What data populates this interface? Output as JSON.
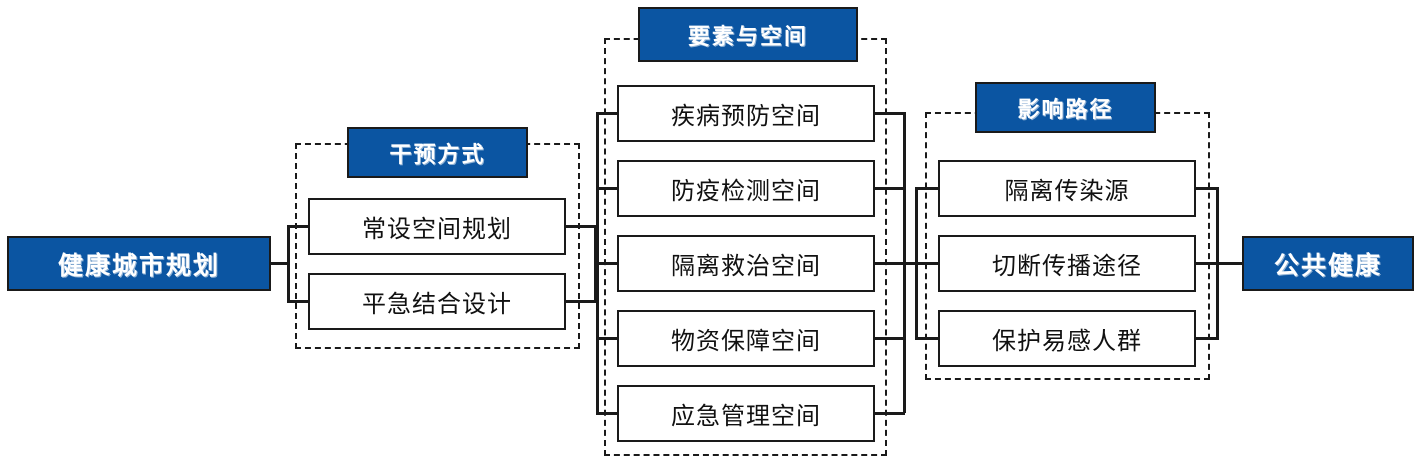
{
  "diagram": {
    "title_left": "健康城市规划",
    "title_right": "公共健康",
    "groups": [
      {
        "id": "intervention",
        "header": "干预方式",
        "items": [
          "常设空间规划",
          "平急结合设计"
        ]
      },
      {
        "id": "elements-space",
        "header": "要素与空间",
        "items": [
          "疾病预防空间",
          "防疫检测空间",
          "隔离救治空间",
          "物资保障空间",
          "应急管理空间"
        ]
      },
      {
        "id": "impact-path",
        "header": "影响路径",
        "items": [
          "隔离传染源",
          "切断传播途径",
          "保护易感人群"
        ]
      }
    ],
    "colors": {
      "accent_blue": "#0B55A2",
      "line_black": "#1a1a1a",
      "box_fill": "#ffffff",
      "header_text": "#ffffff",
      "leaf_text": "#111111"
    }
  }
}
